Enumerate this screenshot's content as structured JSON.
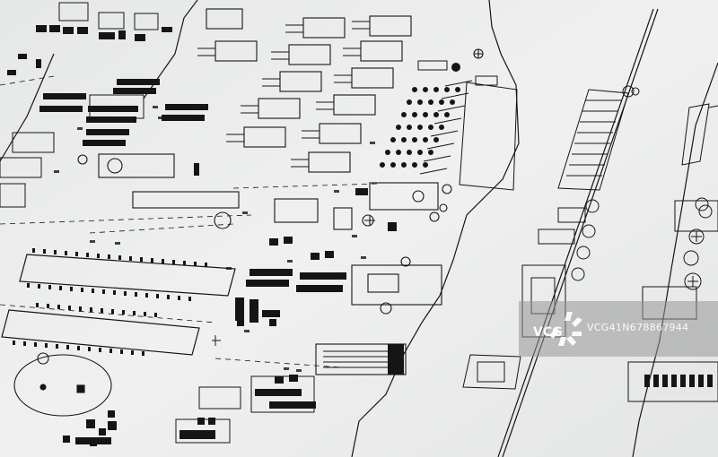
{
  "image": {
    "subject": "printed circuit board schematic drawing",
    "colors": {
      "paper": "#eceeed",
      "ink": "#151515",
      "watermark_band": "#969696",
      "watermark_text": "#ffffff"
    }
  },
  "watermark": {
    "logo_text": "VCG",
    "id_text": "VCG41N678867944"
  }
}
